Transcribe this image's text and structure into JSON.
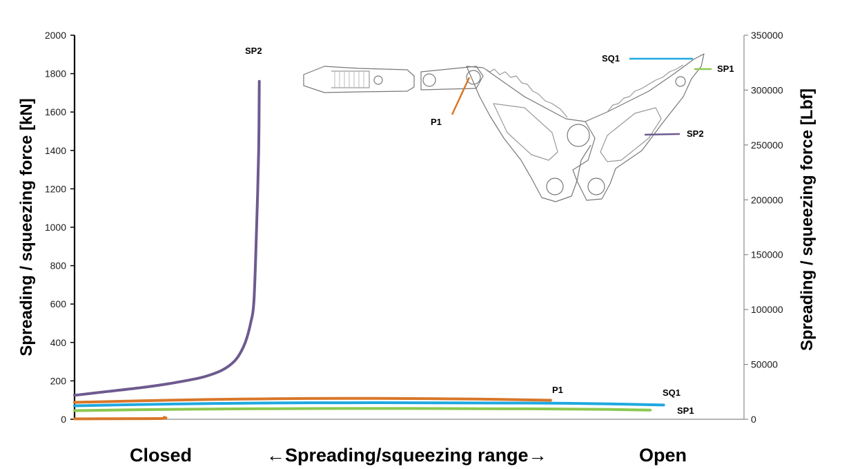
{
  "chart_data": {
    "type": "line",
    "xlabel_left": "Closed",
    "xlabel_center": "←Spreading/squeezing range→",
    "xlabel_right": "Open",
    "ylabel": "Spreading / squeezing force [kN]",
    "ylabel_right": "Spreading / squeezing  force [Lbf]",
    "ylim": [
      0,
      2000
    ],
    "yticks": [
      "0",
      "200",
      "400",
      "600",
      "800",
      "1000",
      "1200",
      "1400",
      "1600",
      "1800",
      "2000"
    ],
    "ylim_right": [
      0,
      350000
    ],
    "yticks_right": [
      "0",
      "50000",
      "100000",
      "150000",
      "200000",
      "250000",
      "300000",
      "350000"
    ],
    "x_range": [
      0,
      100
    ],
    "grid": false,
    "series": [
      {
        "name": "SP2",
        "color": "#6e5a8f",
        "points": [
          [
            0,
            125
          ],
          [
            5,
            145
          ],
          [
            10,
            165
          ],
          [
            14,
            185
          ],
          [
            18,
            210
          ],
          [
            20,
            228
          ],
          [
            22,
            255
          ],
          [
            23.5,
            290
          ],
          [
            24.5,
            330
          ],
          [
            25.5,
            400
          ],
          [
            26.3,
            500
          ],
          [
            26.8,
            620
          ],
          [
            27.2,
            1000
          ],
          [
            27.5,
            1400
          ],
          [
            27.6,
            1760
          ]
        ]
      },
      {
        "name": "P1",
        "color": "#d8772a",
        "points": [
          [
            0,
            88
          ],
          [
            10,
            96
          ],
          [
            20,
            103
          ],
          [
            30,
            107
          ],
          [
            40,
            109
          ],
          [
            50,
            108
          ],
          [
            60,
            105
          ],
          [
            70,
            100
          ],
          [
            71,
            99
          ]
        ]
      },
      {
        "name": "SQ1",
        "color": "#1fa8e0",
        "points": [
          [
            0,
            70
          ],
          [
            10,
            77
          ],
          [
            20,
            82
          ],
          [
            30,
            85
          ],
          [
            40,
            86
          ],
          [
            50,
            86
          ],
          [
            60,
            85
          ],
          [
            70,
            84
          ],
          [
            80,
            80
          ],
          [
            88,
            74
          ]
        ]
      },
      {
        "name": "SP1",
        "color": "#8cc850",
        "points": [
          [
            0,
            45
          ],
          [
            10,
            50
          ],
          [
            20,
            53
          ],
          [
            30,
            55
          ],
          [
            40,
            56
          ],
          [
            50,
            56
          ],
          [
            60,
            55
          ],
          [
            70,
            54
          ],
          [
            80,
            51
          ],
          [
            86,
            48
          ]
        ]
      },
      {
        "name": "",
        "color": "#d8772a",
        "points": [
          [
            0,
            2
          ],
          [
            6,
            3
          ],
          [
            13,
            4
          ],
          [
            13.4,
            10
          ]
        ]
      }
    ],
    "tool_callouts": [
      "SQ1",
      "SP1",
      "P1",
      "SP2"
    ]
  }
}
